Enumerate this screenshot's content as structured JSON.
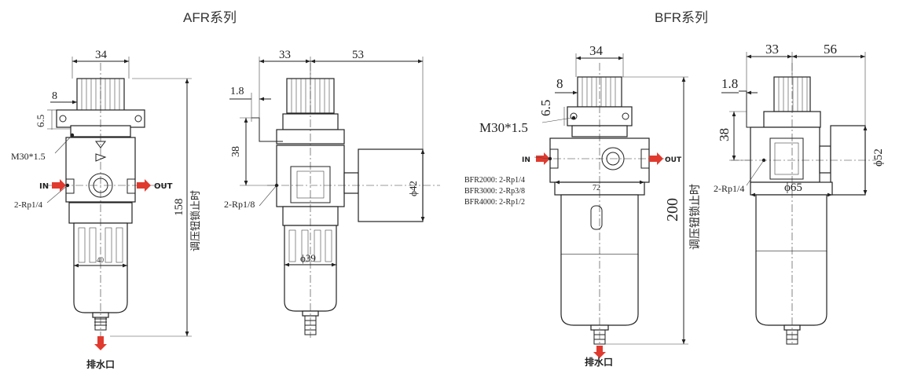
{
  "titles": {
    "afr": "AFR系列",
    "bfr": "BFR系列"
  },
  "afr": {
    "width_top": "34",
    "dim_8": "8",
    "dim_6_5": "6.5",
    "thread": "M30*1.5",
    "in_label": "IN",
    "out_label": "OUT",
    "port": "2-Rp1/4",
    "width_bowl": "40",
    "height": "158",
    "height_label": "调压钮锁止时",
    "drain_label": "排水口"
  },
  "afr_side": {
    "dim_33": "33",
    "dim_53": "53",
    "dim_1_8": "1.8",
    "dim_38": "38",
    "port": "2-Rp1/8",
    "diam_39": "ϕ39",
    "diam_42": "ϕ42"
  },
  "bfr": {
    "width_top": "34",
    "dim_8": "8",
    "dim_6_5": "6.5",
    "thread": "M30*1.5",
    "in_label": "IN",
    "out_label": "OUT",
    "ports": [
      "BFR2000: 2-Rp1/4",
      "BFR3000: 2-Rp3/8",
      "BFR4000: 2-Rp1/2"
    ],
    "width_body": "72",
    "height": "200",
    "height_label": "调压钮锁止时",
    "drain_label": "排水口"
  },
  "bfr_side": {
    "dim_33": "33",
    "dim_56": "56",
    "dim_1_8": "1.8",
    "dim_38": "38",
    "port": "2-Rp1/4",
    "diam_65": "ϕ65",
    "diam_52": "ϕ52"
  },
  "colors": {
    "arrow": "#e03a2f",
    "line": "#222222"
  }
}
